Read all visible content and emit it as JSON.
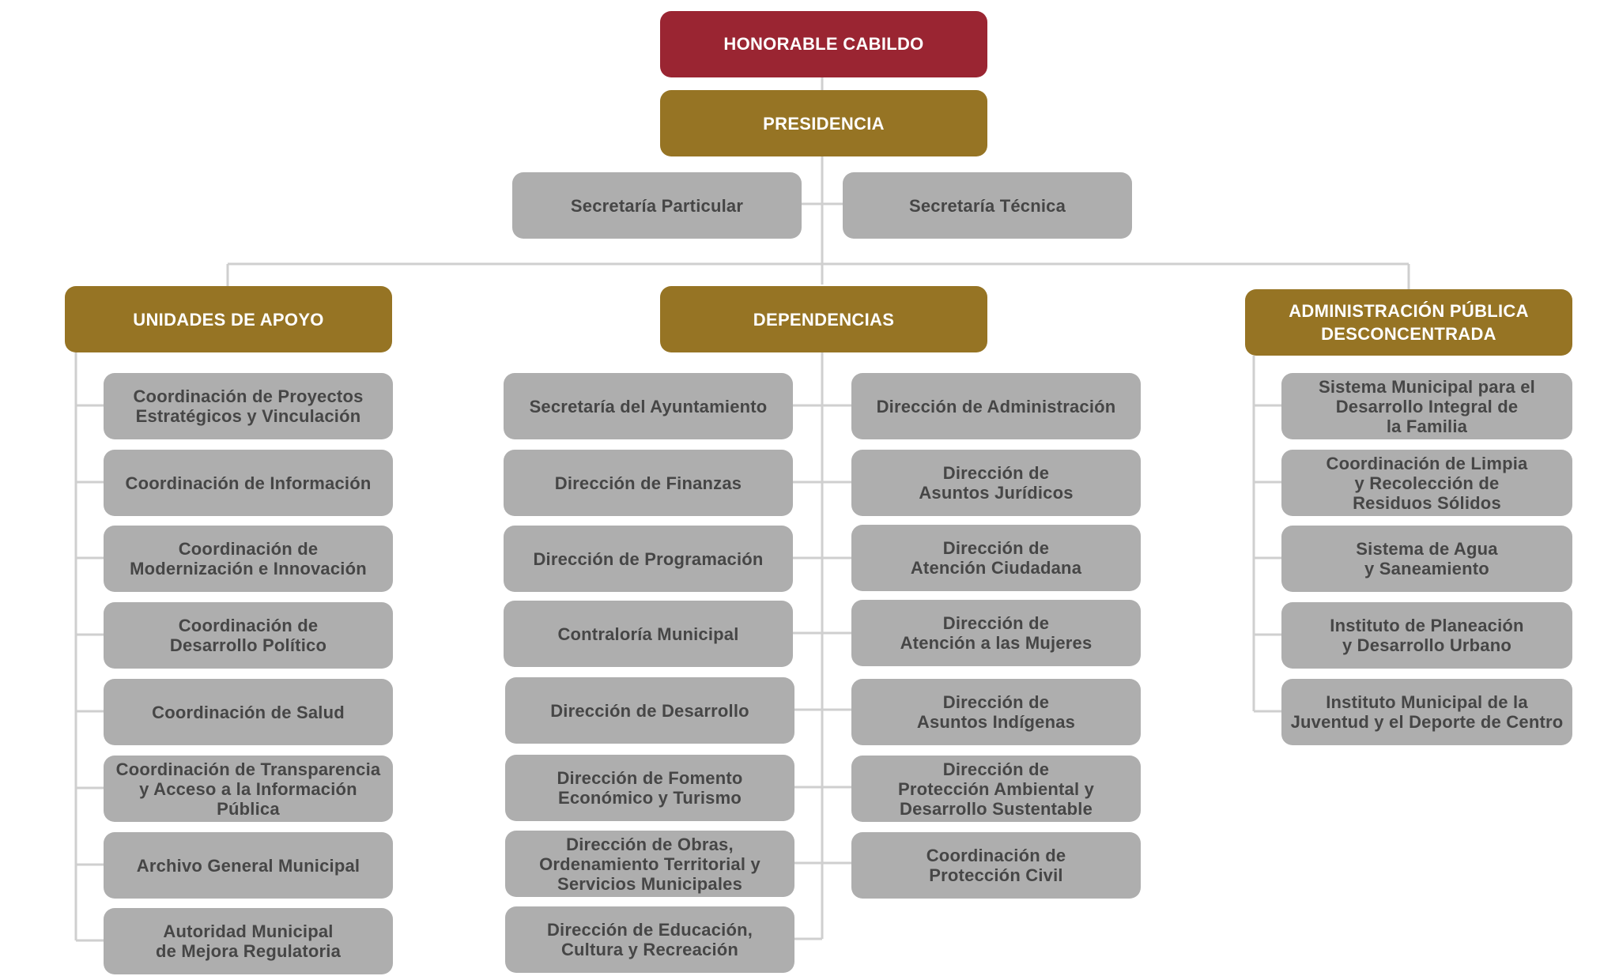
{
  "cabildo": "HONORABLE CABILDO",
  "presidencia": "PRESIDENCIA",
  "secretarias": [
    "Secretaría Particular",
    "Secretaría Técnica"
  ],
  "unidades": {
    "title": "UNIDADES DE APOYO",
    "items": [
      "Coordinación de Proyectos\nEstratégicos y Vinculación",
      "Coordinación de Información",
      "Coordinación de\nModernización e Innovación",
      "Coordinación de\nDesarrollo Político",
      "Coordinación de Salud",
      "Coordinación de Transparencia\ny Acceso a la Información\nPública",
      "Archivo General Municipal",
      "Autoridad Municipal\nde Mejora Regulatoria"
    ]
  },
  "dependencias": {
    "title": "DEPENDENCIAS",
    "left": [
      "Secretaría del Ayuntamiento",
      "Dirección de Finanzas",
      "Dirección de Programación",
      "Contraloría Municipal",
      "Dirección de Desarrollo",
      "Dirección de Fomento\nEconómico y Turismo",
      "Dirección de Obras,\nOrdenamiento Territorial y\nServicios Municipales",
      "Dirección de Educación,\nCultura y Recreación"
    ],
    "right": [
      "Dirección de Administración",
      "Dirección de\nAsuntos Jurídicos",
      "Dirección de\nAtención Ciudadana",
      "Dirección de\nAtención a las Mujeres",
      "Dirección de\nAsuntos Indígenas",
      "Dirección de\nProtección Ambiental y\nDesarrollo Sustentable",
      "Coordinación de\nProtección Civil"
    ]
  },
  "desconcentrada": {
    "title": "ADMINISTRACIÓN PÚBLICA\nDESCONCENTRADA",
    "items": [
      "Sistema Municipal para el\nDesarrollo Integral de\nla Familia",
      "Coordinación de Limpia\ny Recolección de\nResiduos Sólidos",
      "Sistema de Agua\ny Saneamiento",
      "Instituto de Planeación\ny Desarrollo Urbano",
      "Instituto Municipal de la\nJuventud y el Deporte de Centro"
    ]
  },
  "colors": {
    "cabildo": "#9a2532",
    "header": "#967424",
    "box": "#aeaeae",
    "box_text": "#464646",
    "connector": "#cfcfcf"
  }
}
